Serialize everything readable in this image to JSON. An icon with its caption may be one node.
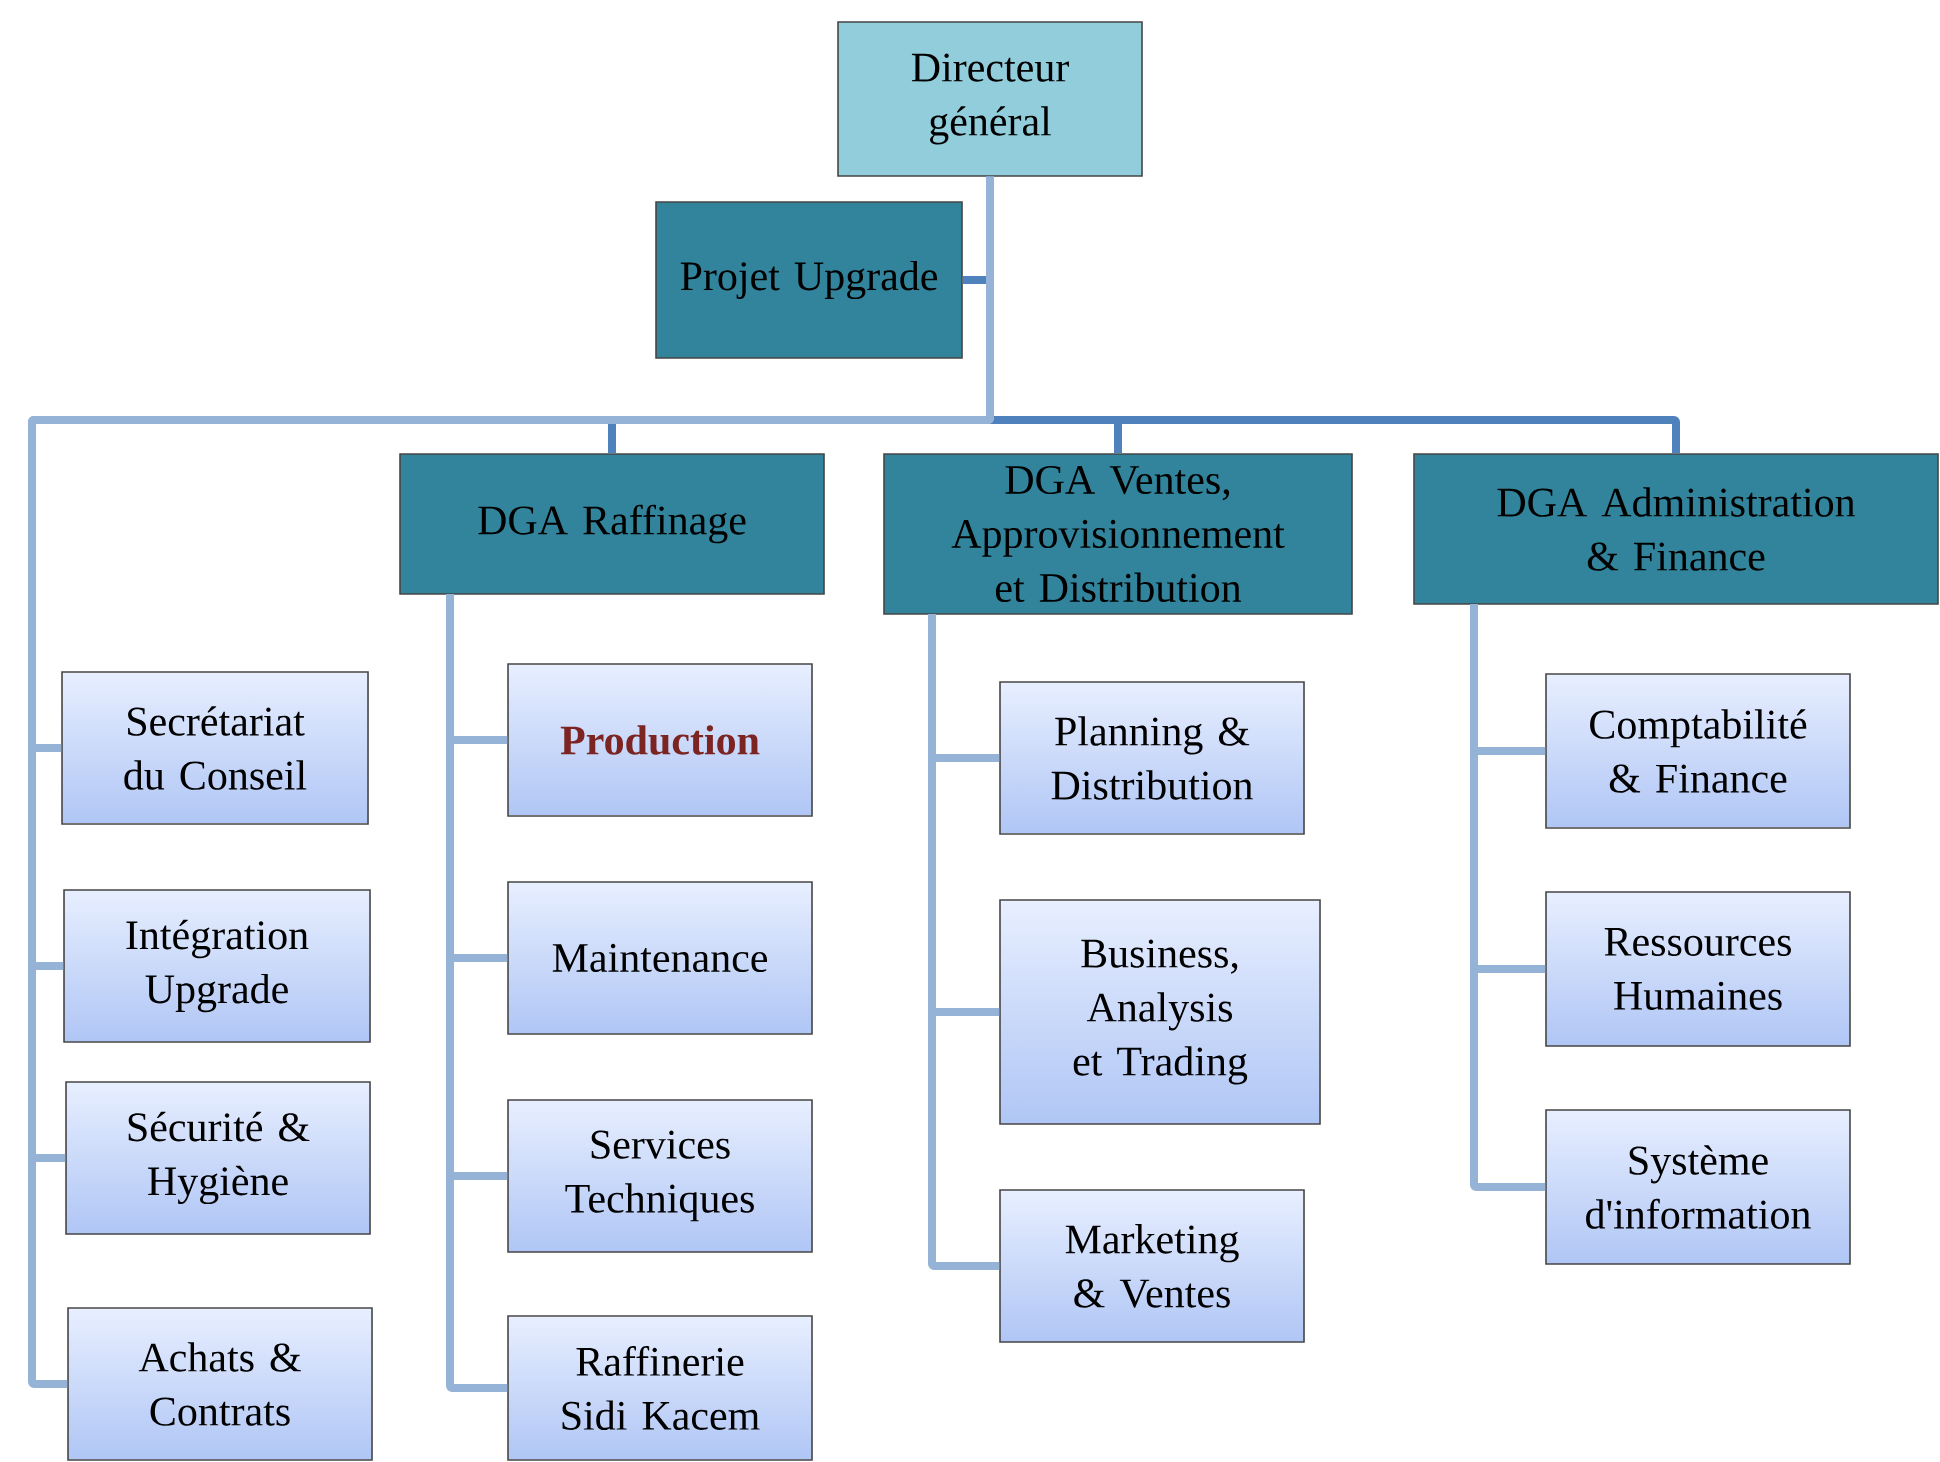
{
  "diagram": {
    "nodes": [
      {
        "text": [
          "Directeur général"
        ]
      },
      {
        "text": [
          "Projet Upgrade"
        ]
      },
      {
        "text": [
          "DGA Raffinage"
        ]
      },
      {
        "text": [
          "DGA Ventes, Approvisionnement et Distribution"
        ]
      },
      {
        "text": [
          "DGA Administration & Finance"
        ]
      },
      {
        "text": [
          "Secrétariat du Conseil"
        ]
      },
      {
        "text": [
          "Intégration Upgrade"
        ]
      },
      {
        "text": [
          "Sécurité & Hygiène"
        ]
      },
      {
        "text": [
          "Achats & Contrats"
        ]
      },
      {
        "text": [
          "Production"
        ]
      },
      {
        "text": [
          "Maintenance"
        ]
      },
      {
        "text": [
          "Services Techniques"
        ]
      },
      {
        "text": [
          "Raffinerie Sidi Kacem"
        ]
      },
      {
        "text": [
          "Planning & Distribution"
        ]
      },
      {
        "text": [
          "Business, Analysis et Trading"
        ]
      },
      {
        "text": [
          "Marketing & Ventes"
        ]
      },
      {
        "text": [
          "Comptabilité & Finance"
        ]
      },
      {
        "text": [
          "Ressources Humaines"
        ]
      },
      {
        "text": [
          "Système d'information"
        ]
      }
    ],
    "edges": [
      {
        "from": 0,
        "to": 1,
        "arrow": "none",
        "color": "#4f81bd"
      },
      {
        "from": 0,
        "to": 2,
        "arrow": "none",
        "color": "#4f81bd"
      },
      {
        "from": 0,
        "to": 3,
        "arrow": "none",
        "color": "#4f81bd"
      },
      {
        "from": 0,
        "to": 4,
        "arrow": "none",
        "color": "#4f81bd"
      },
      {
        "from": 0,
        "to": 5,
        "arrow": "none"
      },
      {
        "from": 0,
        "to": 6,
        "arrow": "none"
      },
      {
        "from": 0,
        "to": 7,
        "arrow": "none"
      },
      {
        "from": 0,
        "to": 8,
        "arrow": "none"
      },
      {
        "from": 2,
        "to": 9,
        "arrow": "none"
      },
      {
        "from": 2,
        "to": 10,
        "arrow": "none"
      },
      {
        "from": 2,
        "to": 11,
        "arrow": "none"
      },
      {
        "from": 2,
        "to": 12,
        "arrow": "none"
      },
      {
        "from": 3,
        "to": 13,
        "arrow": "none"
      },
      {
        "from": 3,
        "to": 14,
        "arrow": "none"
      },
      {
        "from": 3,
        "to": 15,
        "arrow": "none"
      },
      {
        "from": 4,
        "to": 16,
        "arrow": "none"
      },
      {
        "from": 4,
        "to": 17,
        "arrow": "none"
      },
      {
        "from": 4,
        "to": 18,
        "arrow": "none"
      }
    ]
  }
}
